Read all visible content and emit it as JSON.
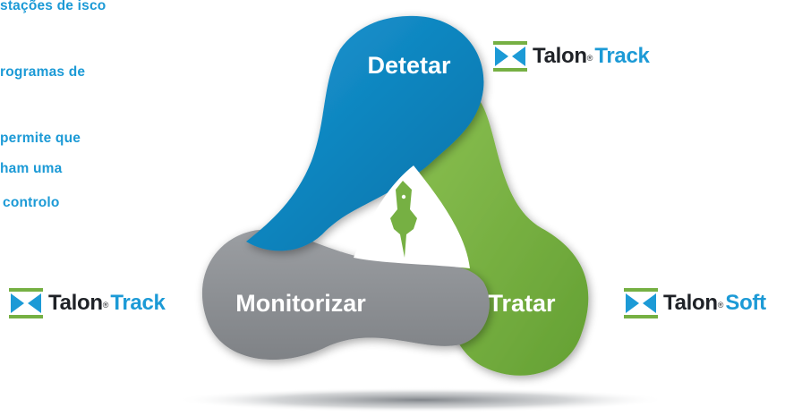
{
  "side_text": {
    "lines": [
      "stações de isco",
      "rogramas de",
      "permite que",
      "ham uma",
      "controlo"
    ]
  },
  "cycle": {
    "detect_label": "Detetar",
    "treat_label": "Tratar",
    "monitor_label": "Monitorizar"
  },
  "logos": {
    "top": {
      "brand": "Talon",
      "reg": "®",
      "product": "Track"
    },
    "left": {
      "brand": "Talon",
      "reg": "®",
      "product": "Track"
    },
    "right": {
      "brand": "Talon",
      "reg": "®",
      "product": "Soft"
    }
  },
  "colors": {
    "detect": "#0a86c3",
    "treat": "#76b043",
    "monitor": "#8e9195",
    "accent_text": "#1c9ad6",
    "logo_green": "#76b043",
    "center_icon": "#76b043"
  },
  "icons": {
    "center": "rodent-bait-station-icon",
    "logo_mark": "talon-logo-mark-icon"
  }
}
